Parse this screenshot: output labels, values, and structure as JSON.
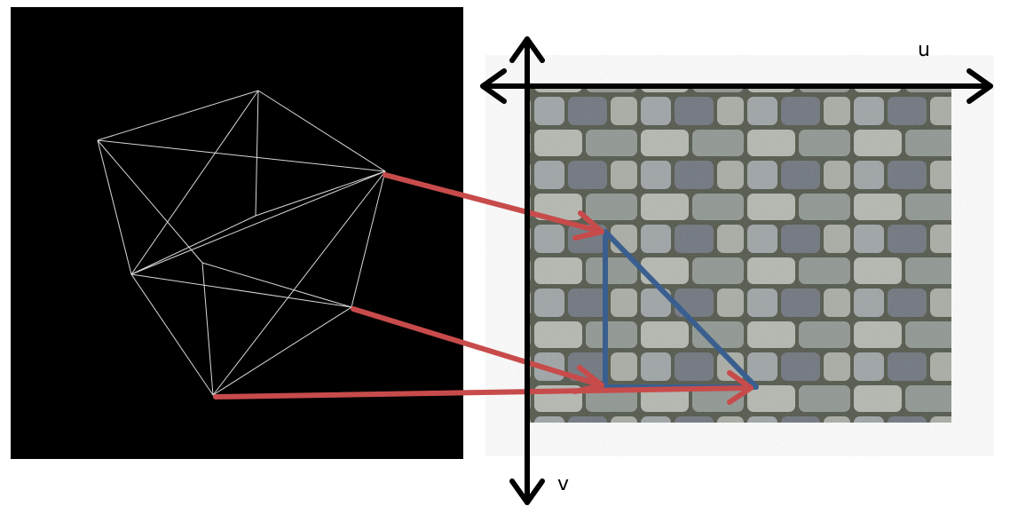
{
  "axes": {
    "u_label": "u",
    "v_label": "v"
  },
  "colors": {
    "background": "#ffffff",
    "panel": "#000000",
    "wire": "#d8d8d8",
    "mapping_arrow": "#c84b4b",
    "uv_triangle": "#3a5f8f",
    "axis": "#000000",
    "stone_mortar": "#4e5346",
    "stone_light": "#b4b8b0",
    "stone_mid": "#8e9590",
    "stone_dark": "#6d737c"
  },
  "icons": {
    "mesh": "wireframe-polyhedron-icon",
    "texture": "stone-wall-texture"
  }
}
